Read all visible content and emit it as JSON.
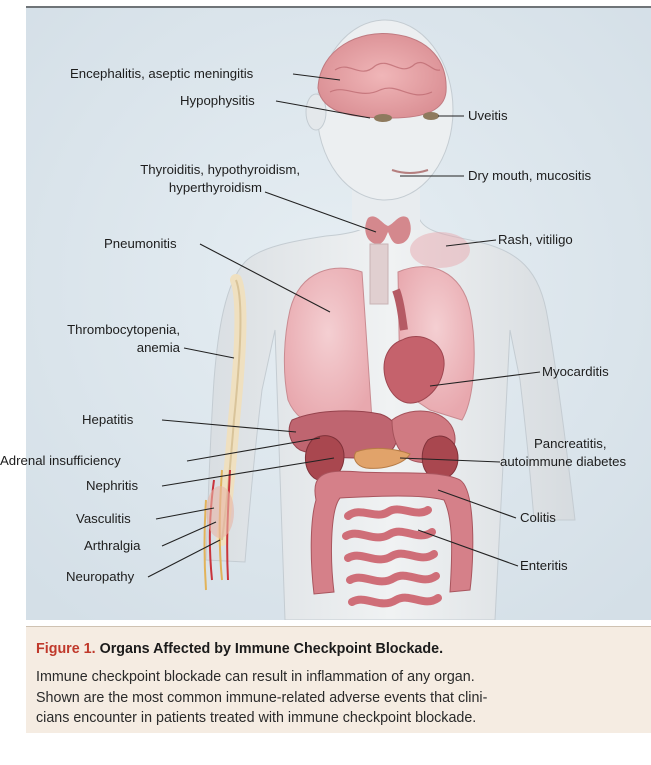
{
  "labels": {
    "encephalitis": "Encephalitis, aseptic meningitis",
    "hypophysitis": "Hypophysitis",
    "uveitis": "Uveitis",
    "thyroiditis_1": "Thyroiditis, hypothyroidism,",
    "thyroiditis_2": "hyperthyroidism",
    "dry_mouth": "Dry mouth, mucositis",
    "rash": "Rash, vitiligo",
    "pneumonitis": "Pneumonitis",
    "thrombocytopenia_1": "Thrombocytopenia,",
    "thrombocytopenia_2": "anemia",
    "myocarditis": "Myocarditis",
    "hepatitis": "Hepatitis",
    "adrenal": "Adrenal insufficiency",
    "pancreatitis_1": "Pancreatitis,",
    "pancreatitis_2": "autoimmune diabetes",
    "nephritis": "Nephritis",
    "vasculitis": "Vasculitis",
    "colitis": "Colitis",
    "arthralgia": "Arthralgia",
    "neuropathy": "Neuropathy",
    "enteritis": "Enteritis"
  },
  "caption": {
    "figure_label": "Figure 1.",
    "title": "Organs Affected by Immune Checkpoint Blockade.",
    "body_lines": [
      "Immune checkpoint blockade can result in inflammation of any organ.",
      "Shown are the most common immune-related adverse events that clini-",
      "cians encounter in patients treated with immune checkpoint blockade."
    ]
  },
  "colors": {
    "background": "#dfe8ee",
    "body": "#e7ebee",
    "organ": "#cf6e78",
    "caption_bg": "#f5ece2",
    "figure_label": "#c0392b",
    "accent_circle": "#2ecc40"
  }
}
